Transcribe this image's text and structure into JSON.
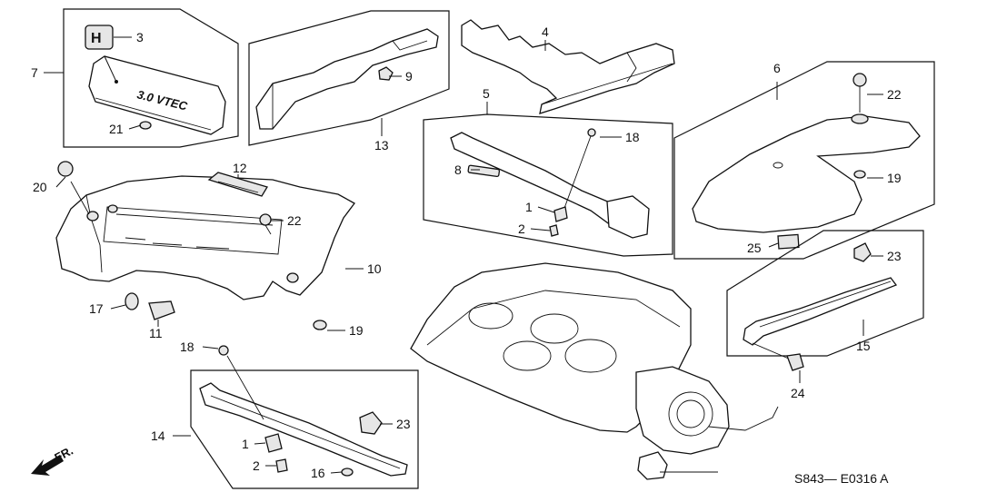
{
  "callouts": {
    "c1a": "1",
    "c1b": "1",
    "c2a": "2",
    "c2b": "2",
    "c3": "3",
    "c4": "4",
    "c5": "5",
    "c6": "6",
    "c7": "7",
    "c8": "8",
    "c9": "9",
    "c10": "10",
    "c11": "11",
    "c12": "12",
    "c13": "13",
    "c14": "14",
    "c15": "15",
    "c16": "16",
    "c17": "17",
    "c18a": "18",
    "c18b": "18",
    "c19a": "19",
    "c19b": "19",
    "c20": "20",
    "c21": "21",
    "c22a": "22",
    "c22b": "22",
    "c23a": "23",
    "c23b": "23",
    "c24": "24",
    "c25": "25"
  },
  "emblem_text": "3.0 VTEC",
  "direction_label": "FR.",
  "diagram_code": "S843— E0316 A"
}
